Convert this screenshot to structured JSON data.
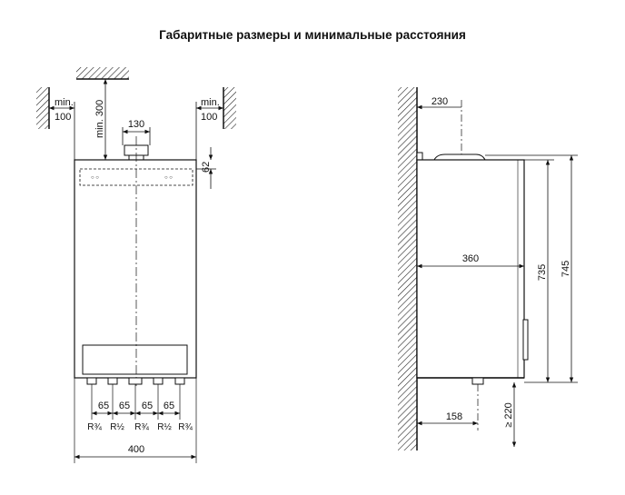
{
  "title": "Габаритные размеры и минимальные расстояния",
  "front_view": {
    "clearance_left": {
      "label": "min.",
      "value": "100"
    },
    "clearance_right": {
      "label": "min.",
      "value": "100"
    },
    "clearance_top": "min. 300",
    "flue_width": "130",
    "top_offset": "62",
    "connection_spacing": [
      "65",
      "65",
      "65",
      "65"
    ],
    "connections": [
      "R¾",
      "R½",
      "R¾",
      "R½",
      "R¾"
    ],
    "width": "400"
  },
  "side_view": {
    "flue_offset": "230",
    "depth": "360",
    "body_height": "735",
    "total_height": "745",
    "connection_offset": "158",
    "clearance_bottom": "≥ 220"
  }
}
